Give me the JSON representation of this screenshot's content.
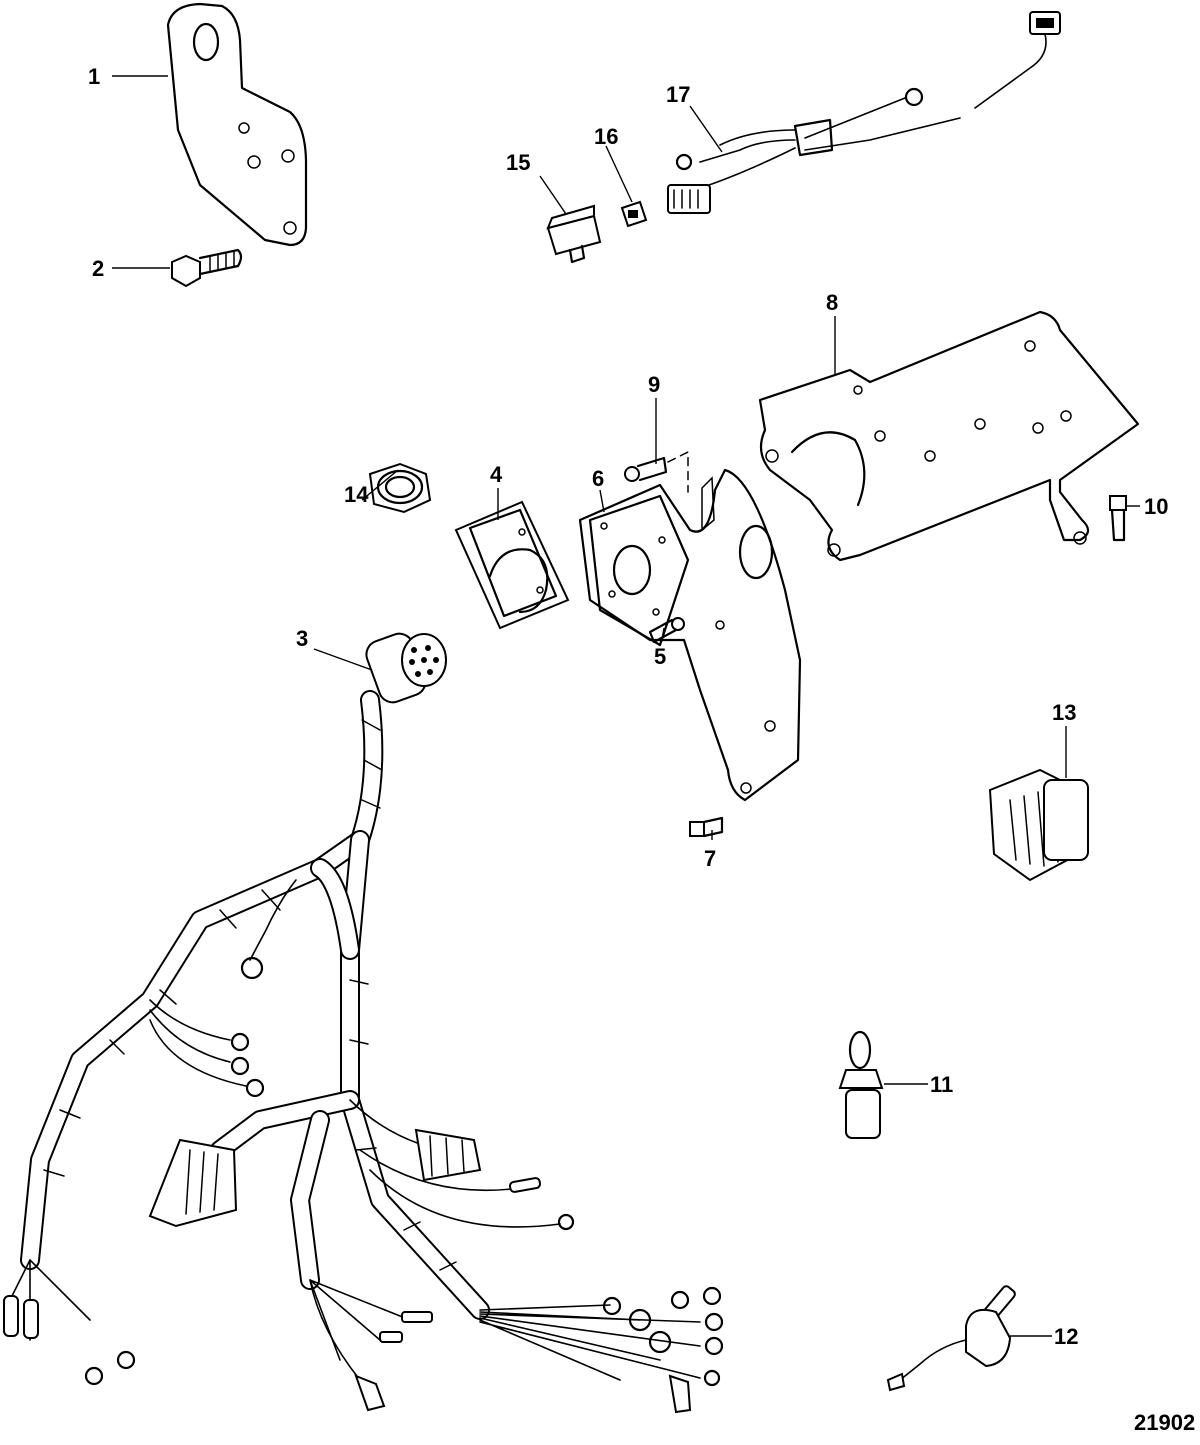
{
  "callouts": [
    "1",
    "2",
    "3",
    "4",
    "5",
    "6",
    "7",
    "8",
    "9",
    "10",
    "11",
    "12",
    "13",
    "14",
    "15",
    "16",
    "17"
  ],
  "figure_number": "21902"
}
